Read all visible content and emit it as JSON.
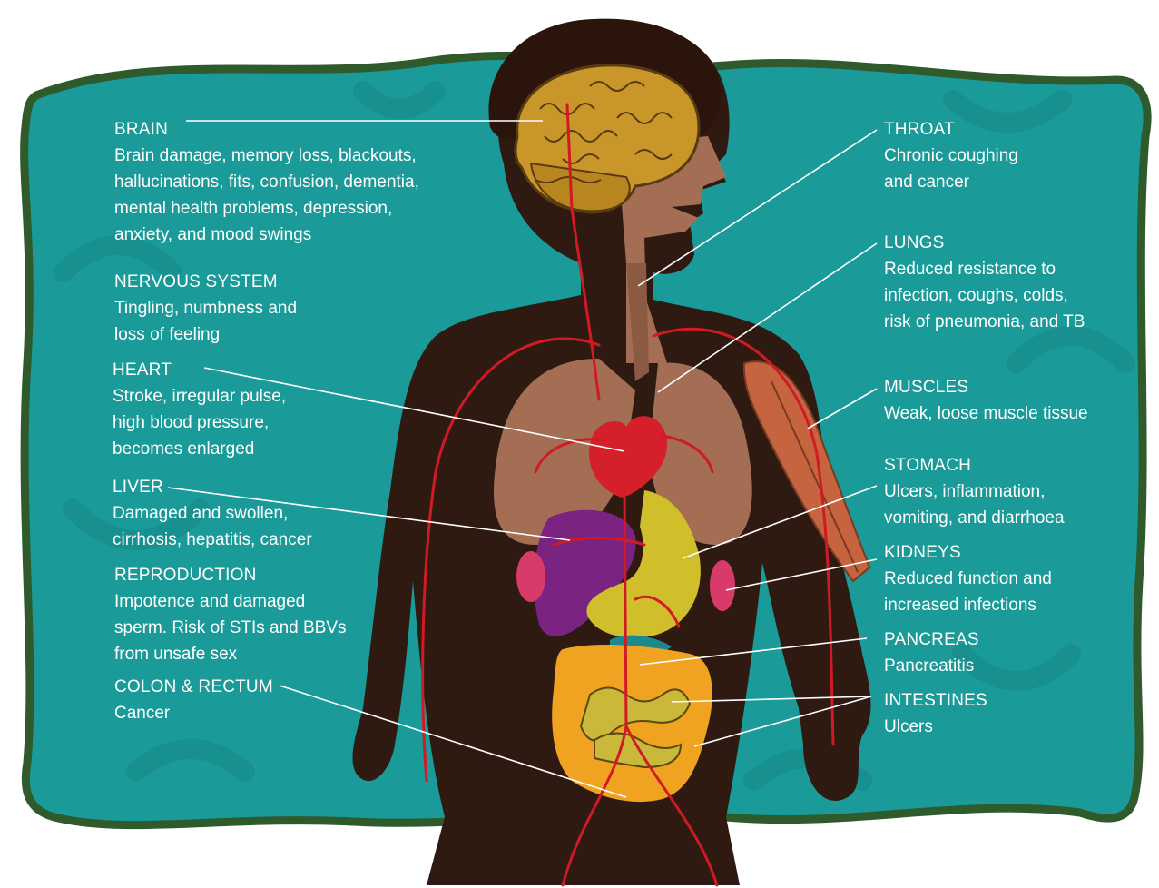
{
  "colors": {
    "background": "#1a9a98",
    "border": "#2f5a2b",
    "body": "#2f1a12",
    "skin": "#a46e55",
    "brain": "#c9962a",
    "heart": "#d51f2b",
    "vessel": "#d01a24",
    "liver": "#7b2381",
    "kidney": "#d83a6a",
    "stomach": "#d0bf2a",
    "intestine": "#f0a321",
    "muscle": "#c5643f",
    "pancreas": "#1b8a8e",
    "label_text": "#ffffff",
    "leader_line": "#ffffff"
  },
  "labels": {
    "brain": {
      "title": "BRAIN",
      "desc": "Brain damage, memory loss, blackouts,\nhallucinations, fits, confusion, dementia,\nmental health problems, depression,\nanxiety, and mood swings"
    },
    "nervous": {
      "title": "NERVOUS SYSTEM",
      "desc": "Tingling, numbness and\nloss of feeling"
    },
    "heart": {
      "title": "HEART",
      "desc": "Stroke, irregular pulse,\nhigh blood pressure,\nbecomes enlarged"
    },
    "liver": {
      "title": "LIVER",
      "desc": "Damaged and swollen,\ncirrhosis, hepatitis, cancer"
    },
    "reproduction": {
      "title": "REPRODUCTION",
      "desc": "Impotence and damaged\nsperm.  Risk of STIs and BBVs\nfrom unsafe sex"
    },
    "colon": {
      "title": "COLON & RECTUM",
      "desc": "Cancer"
    },
    "throat": {
      "title": "THROAT",
      "desc": "Chronic coughing\n and cancer"
    },
    "lungs": {
      "title": "LUNGS",
      "desc": "Reduced resistance to\ninfection, coughs, colds,\nrisk of pneumonia, and TB"
    },
    "muscles": {
      "title": "MUSCLES",
      "desc": "Weak, loose muscle tissue"
    },
    "stomach": {
      "title": "STOMACH",
      "desc": "Ulcers, inflammation,\n vomiting, and diarrhoea"
    },
    "kidneys": {
      "title": "KIDNEYS",
      "desc": "Reduced function and\nincreased infections"
    },
    "pancreas": {
      "title": "PANCREAS",
      "desc": "Pancreatitis"
    },
    "intestines": {
      "title": "INTESTINES",
      "desc": "Ulcers"
    }
  }
}
